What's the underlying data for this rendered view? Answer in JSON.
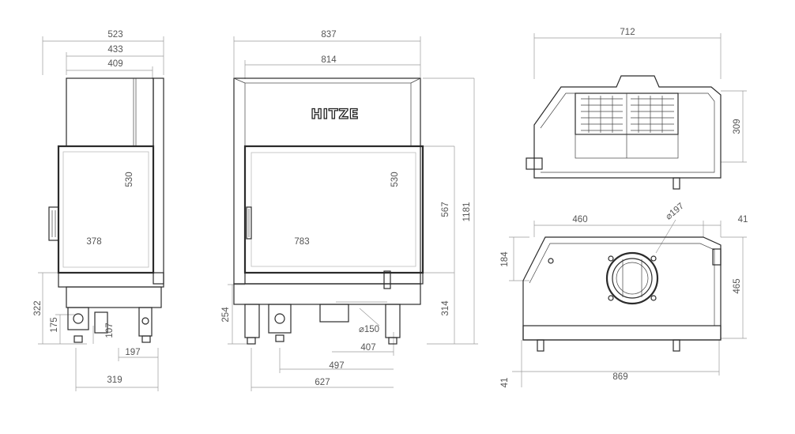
{
  "brand_logo": "HITZE",
  "side_view": {
    "dims": [
      "523",
      "433",
      "409",
      "530",
      "378",
      "322",
      "175",
      "107",
      "197",
      "319"
    ]
  },
  "front_view": {
    "dims": [
      "837",
      "814",
      "530",
      "567",
      "1181",
      "783",
      "254",
      "314",
      "150",
      "407",
      "497",
      "627"
    ]
  },
  "top_view": {
    "dims": [
      "712",
      "309"
    ]
  },
  "plan_view": {
    "dims": [
      "460",
      "197",
      "41",
      "184",
      "465",
      "41",
      "869"
    ]
  }
}
